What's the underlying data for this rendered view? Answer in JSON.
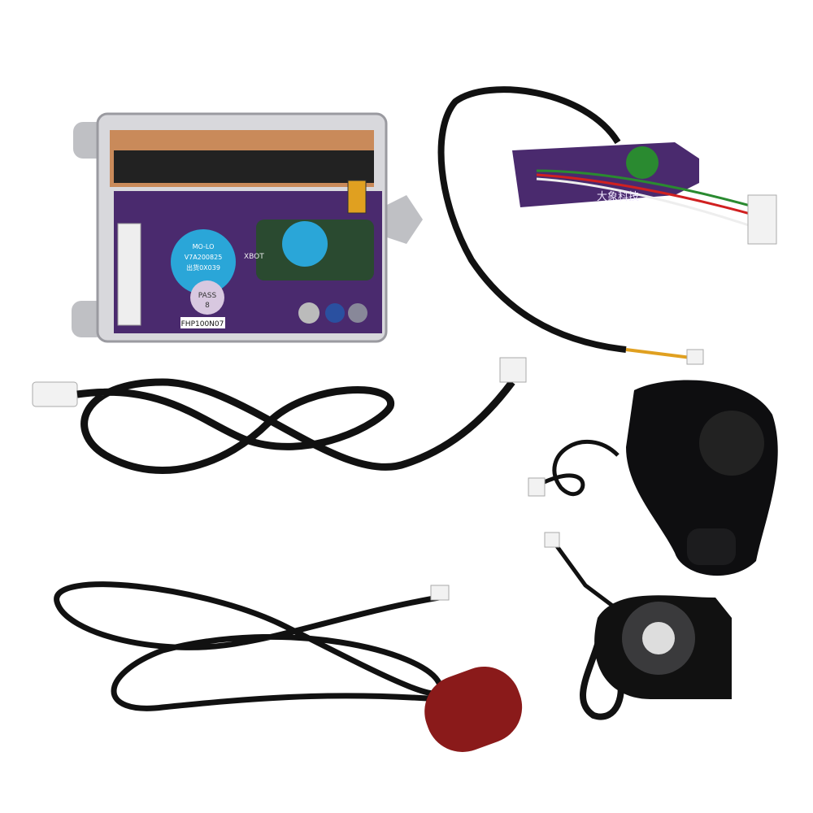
{
  "controller": {
    "model_label": "FHP100N07",
    "sticker_line1": "MO-LO",
    "sticker_line2": "V7A200825",
    "sticker_line3": "出货0X039",
    "pass_label": "PASS",
    "pass_number": "8",
    "board_text": "XBOT"
  },
  "dashboard_board": {
    "label": "大象科技"
  },
  "colors": {
    "background": "#ffffff",
    "cable": "#111111",
    "pcb": "#4a2a6e",
    "sticker": "#2aa6d8",
    "tail_light": "#8a1a1a",
    "housing": "#d8d8dc"
  }
}
